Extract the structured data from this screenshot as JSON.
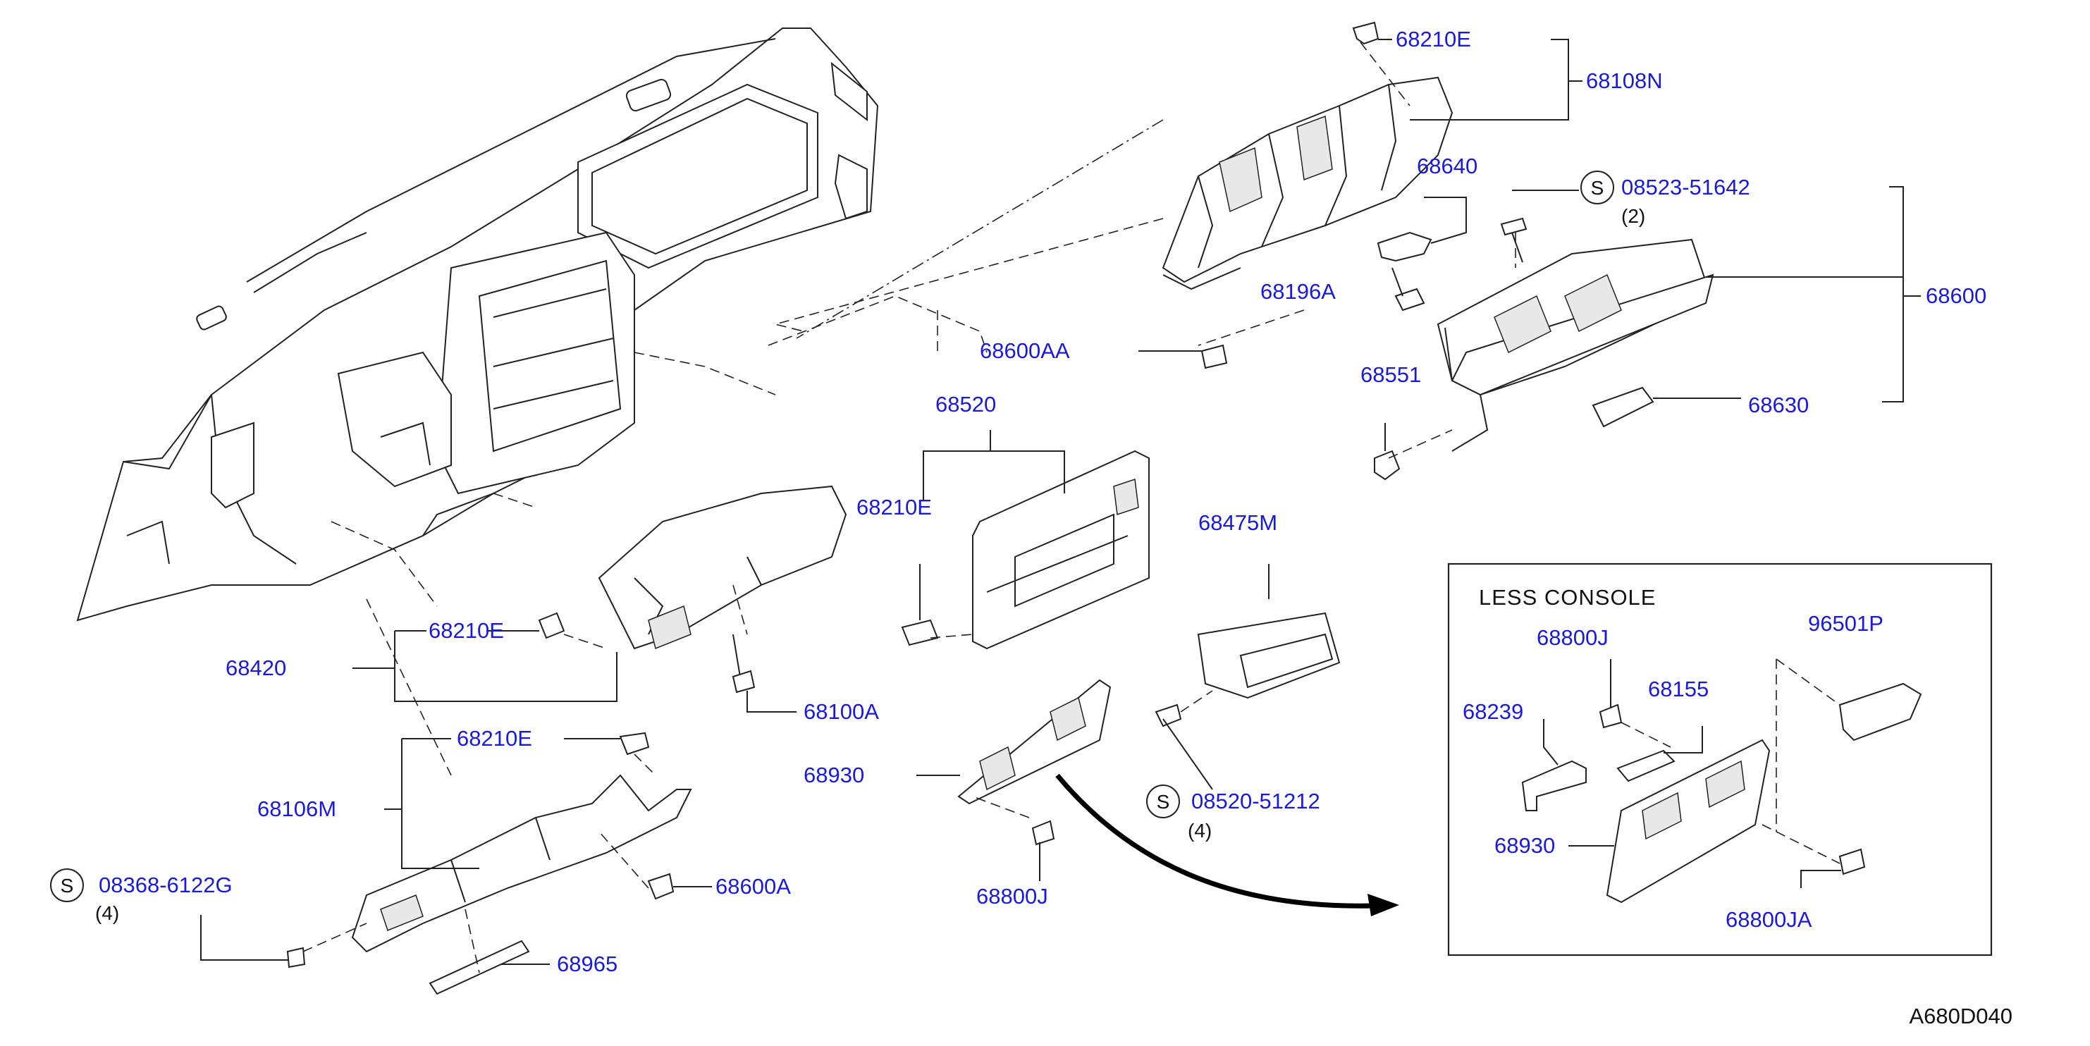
{
  "labels": {
    "p_68210E_top": "68210E",
    "p_68108N": "68108N",
    "p_68640": "68640",
    "p_68196A": "68196A",
    "p_68600AA": "68600AA",
    "s_08523": "08523-51642",
    "q_2": "(2)",
    "p_68600": "68600",
    "p_68551": "68551",
    "p_68630": "68630",
    "p_68520": "68520",
    "p_68210E_mid": "68210E",
    "p_68475M": "68475M",
    "p_68210E_left": "68210E",
    "p_68420": "68420",
    "p_68100A": "68100A",
    "p_68210E_low": "68210E",
    "p_68106M": "68106M",
    "p_68930": "68930",
    "s_08520": "08520-51212",
    "q_4b": "(4)",
    "p_68800J": "68800J",
    "p_68600A": "68600A",
    "s_08368": "08368-6122G",
    "q_4a": "(4)",
    "p_68965": "68965",
    "inset_title": "LESS   CONSOLE",
    "i_68800J": "68800J",
    "i_96501P": "96501P",
    "i_68155": "68155",
    "i_68239": "68239",
    "i_68930": "68930",
    "i_68800JA": "68800JA",
    "s_letter": "S",
    "diagram_code": "A680D040"
  },
  "colors": {
    "part_number": "#1a1adc",
    "line": "#222222"
  }
}
